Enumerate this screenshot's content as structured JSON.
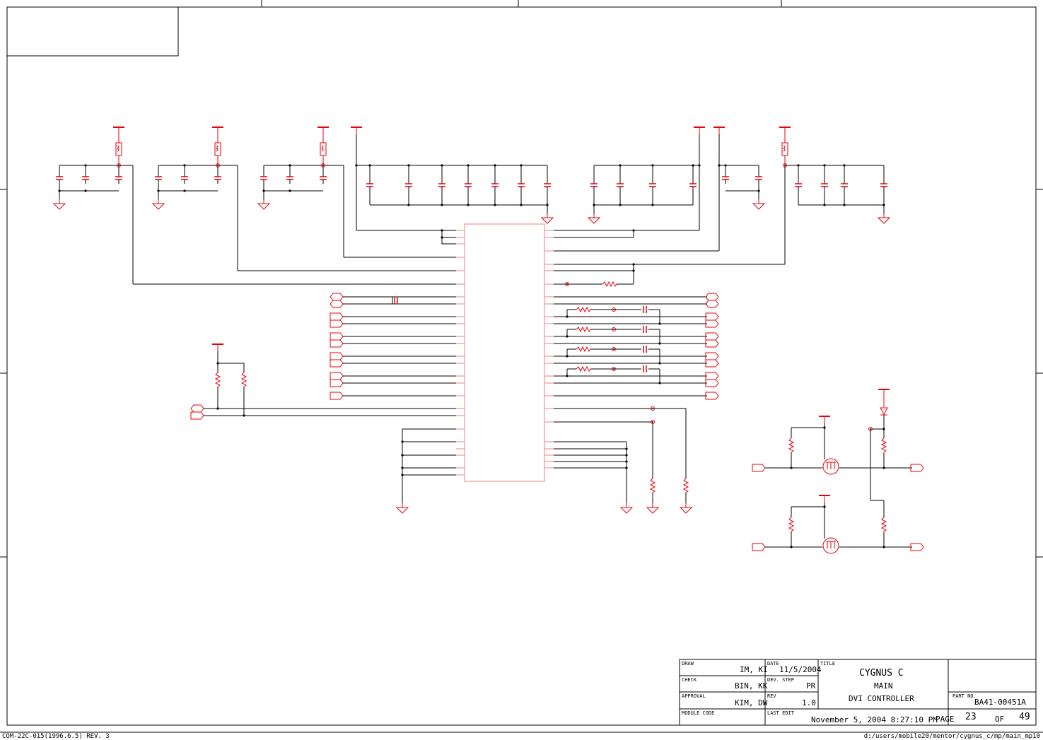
{
  "title_block": {
    "draw_label": "DRAW",
    "draw_value": "IM, KI",
    "check_label": "CHECK",
    "check_value": "BIN, KK",
    "approval_label": "APPROVAL",
    "approval_value": "KIM, DW",
    "module_code_label": "MODULE CODE",
    "module_code_value": "",
    "date_label": "DATE",
    "date_value": "11/5/2004",
    "dev_step_label": "DEV. STEP",
    "dev_step_value": "PR",
    "rev_label": "REV",
    "rev_value": "1.0",
    "last_edit_label": "LAST EDIT",
    "last_edit_value": "November 5, 2004  8:27:10 PM",
    "title_label": "TITLE",
    "title_line1": "CYGNUS C",
    "title_line2": "MAIN",
    "title_line3": "DVI CONTROLLER",
    "part_no_label": "PART NO.",
    "part_no_value": "BA41-00451A",
    "page_label": "PAGE",
    "page_value": "23",
    "of_label": "OF",
    "total_pages": "49"
  },
  "footer": {
    "form_code": "COM-22C-015(1996.6.5) REV. 3",
    "file_path": "d:/users/mobile20/mentor/cygnus_c/mp/main_mp10"
  },
  "colors": {
    "component": "#e8000a",
    "wire": "#000000",
    "ic_outline": "#f08080"
  }
}
